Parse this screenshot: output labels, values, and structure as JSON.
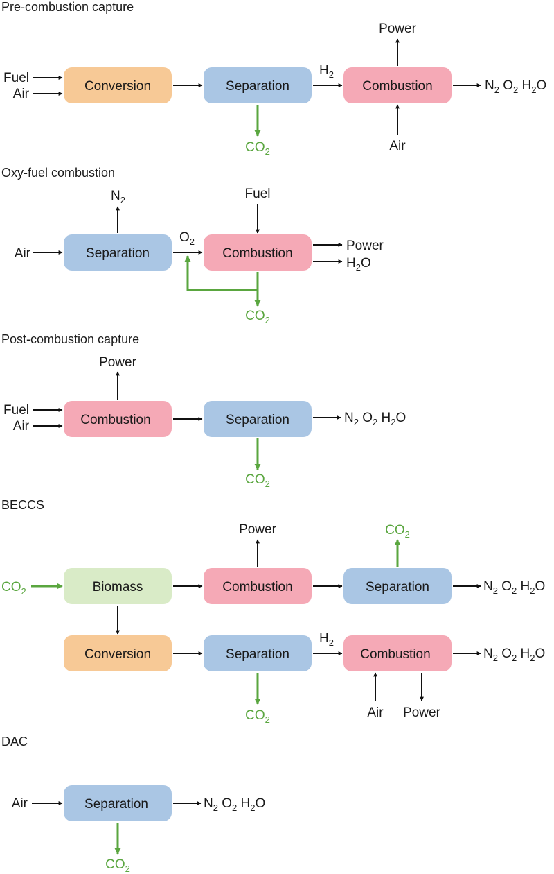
{
  "colors": {
    "orange": "#f7c996",
    "blue": "#aac6e4",
    "pink": "#f5a9b6",
    "light_green": "#d9ebc7",
    "arrow_black": "#111111",
    "arrow_green": "#5aa63f"
  },
  "sections": {
    "pre": {
      "title": "Pre-combustion capture",
      "conversion": "Conversion",
      "separation": "Separation",
      "combustion": "Combustion",
      "fuel": "Fuel",
      "air_in": "Air",
      "h2": "H",
      "h2_sub": "2",
      "power": "Power",
      "air_bottom": "Air",
      "co2": "CO",
      "co2_sub": "2",
      "out": {
        "n": "N",
        "n_sub": "2",
        "o": " O",
        "o_sub": "2",
        "h": " H",
        "h_sub": "2",
        "tail": "O"
      }
    },
    "oxy": {
      "title": "Oxy-fuel combustion",
      "separation": "Separation",
      "combustion": "Combustion",
      "air": "Air",
      "n2": "N",
      "n2_sub": "2",
      "fuel": "Fuel",
      "o2": "O",
      "o2_sub": "2",
      "power": "Power",
      "h2o": "H",
      "h2o_sub": "2",
      "h2o_tail": "O",
      "co2": "CO",
      "co2_sub": "2"
    },
    "post": {
      "title": "Post-combustion capture",
      "combustion": "Combustion",
      "separation": "Separation",
      "fuel": "Fuel",
      "air": "Air",
      "power": "Power",
      "co2": "CO",
      "co2_sub": "2",
      "out": {
        "n": "N",
        "n_sub": "2",
        "o": " O",
        "o_sub": "2",
        "h": " H",
        "h_sub": "2",
        "tail": "O"
      }
    },
    "beccs": {
      "title": "BECCS",
      "biomass": "Biomass",
      "combustion_top": "Combustion",
      "separation_top": "Separation",
      "conversion": "Conversion",
      "separation_bottom": "Separation",
      "combustion_bottom": "Combustion",
      "co2_in": "CO",
      "co2_in_sub": "2",
      "power_top": "Power",
      "co2_top": "CO",
      "co2_top_sub": "2",
      "h2": "H",
      "h2_sub": "2",
      "co2_bottom": "CO",
      "co2_bottom_sub": "2",
      "air": "Air",
      "power_bottom": "Power",
      "out_top": {
        "n": "N",
        "n_sub": "2",
        "o": " O",
        "o_sub": "2",
        "h": " H",
        "h_sub": "2",
        "tail": "O"
      },
      "out_bottom": {
        "n": "N",
        "n_sub": "2",
        "o": " O",
        "o_sub": "2",
        "h": " H",
        "h_sub": "2",
        "tail": "O"
      }
    },
    "dac": {
      "title": "DAC",
      "separation": "Separation",
      "air": "Air",
      "co2": "CO",
      "co2_sub": "2",
      "out": {
        "n": "N",
        "n_sub": "2",
        "o": " O",
        "o_sub": "2",
        "h": " H",
        "h_sub": "2",
        "tail": "O"
      }
    }
  }
}
